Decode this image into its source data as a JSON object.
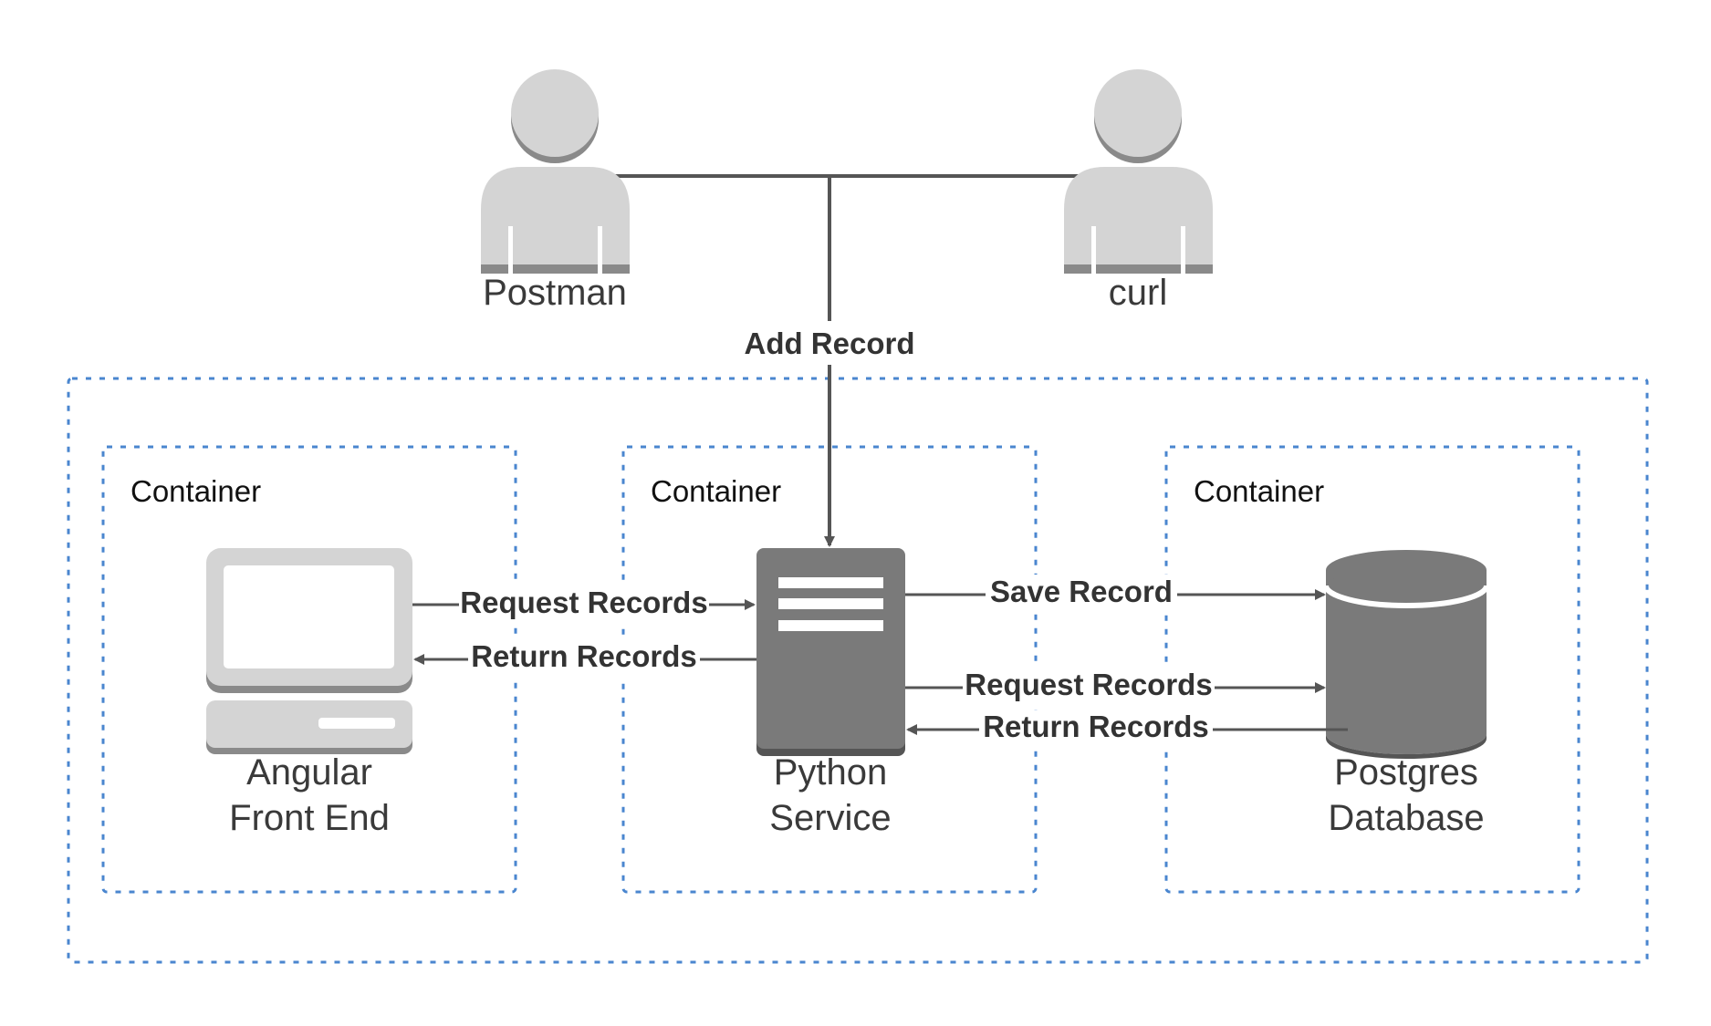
{
  "colors": {
    "icon_fill": "#d4d4d4",
    "icon_shade": "#8a8a8a",
    "server_fill": "#7a7a7a",
    "line": "#555555",
    "container_border": "#4a86cf",
    "white": "#ffffff"
  },
  "actors": [
    {
      "name": "Postman",
      "icon": "person-icon"
    },
    {
      "name": "curl",
      "icon": "person-icon"
    }
  ],
  "edges": {
    "add_record": "Add Record",
    "request_records_frontend": "Request Records",
    "return_records_frontend": "Return Records",
    "save_record": "Save Record",
    "request_records_db": "Request Records",
    "return_records_db": "Return Records"
  },
  "containers": [
    {
      "label": "Container",
      "node": {
        "line1": "Angular",
        "line2": "Front End",
        "icon": "desktop-computer-icon"
      }
    },
    {
      "label": "Container",
      "node": {
        "line1": "Python",
        "line2": "Service",
        "icon": "server-icon"
      }
    },
    {
      "label": "Container",
      "node": {
        "line1": "Postgres",
        "line2": "Database",
        "icon": "database-icon"
      }
    }
  ]
}
